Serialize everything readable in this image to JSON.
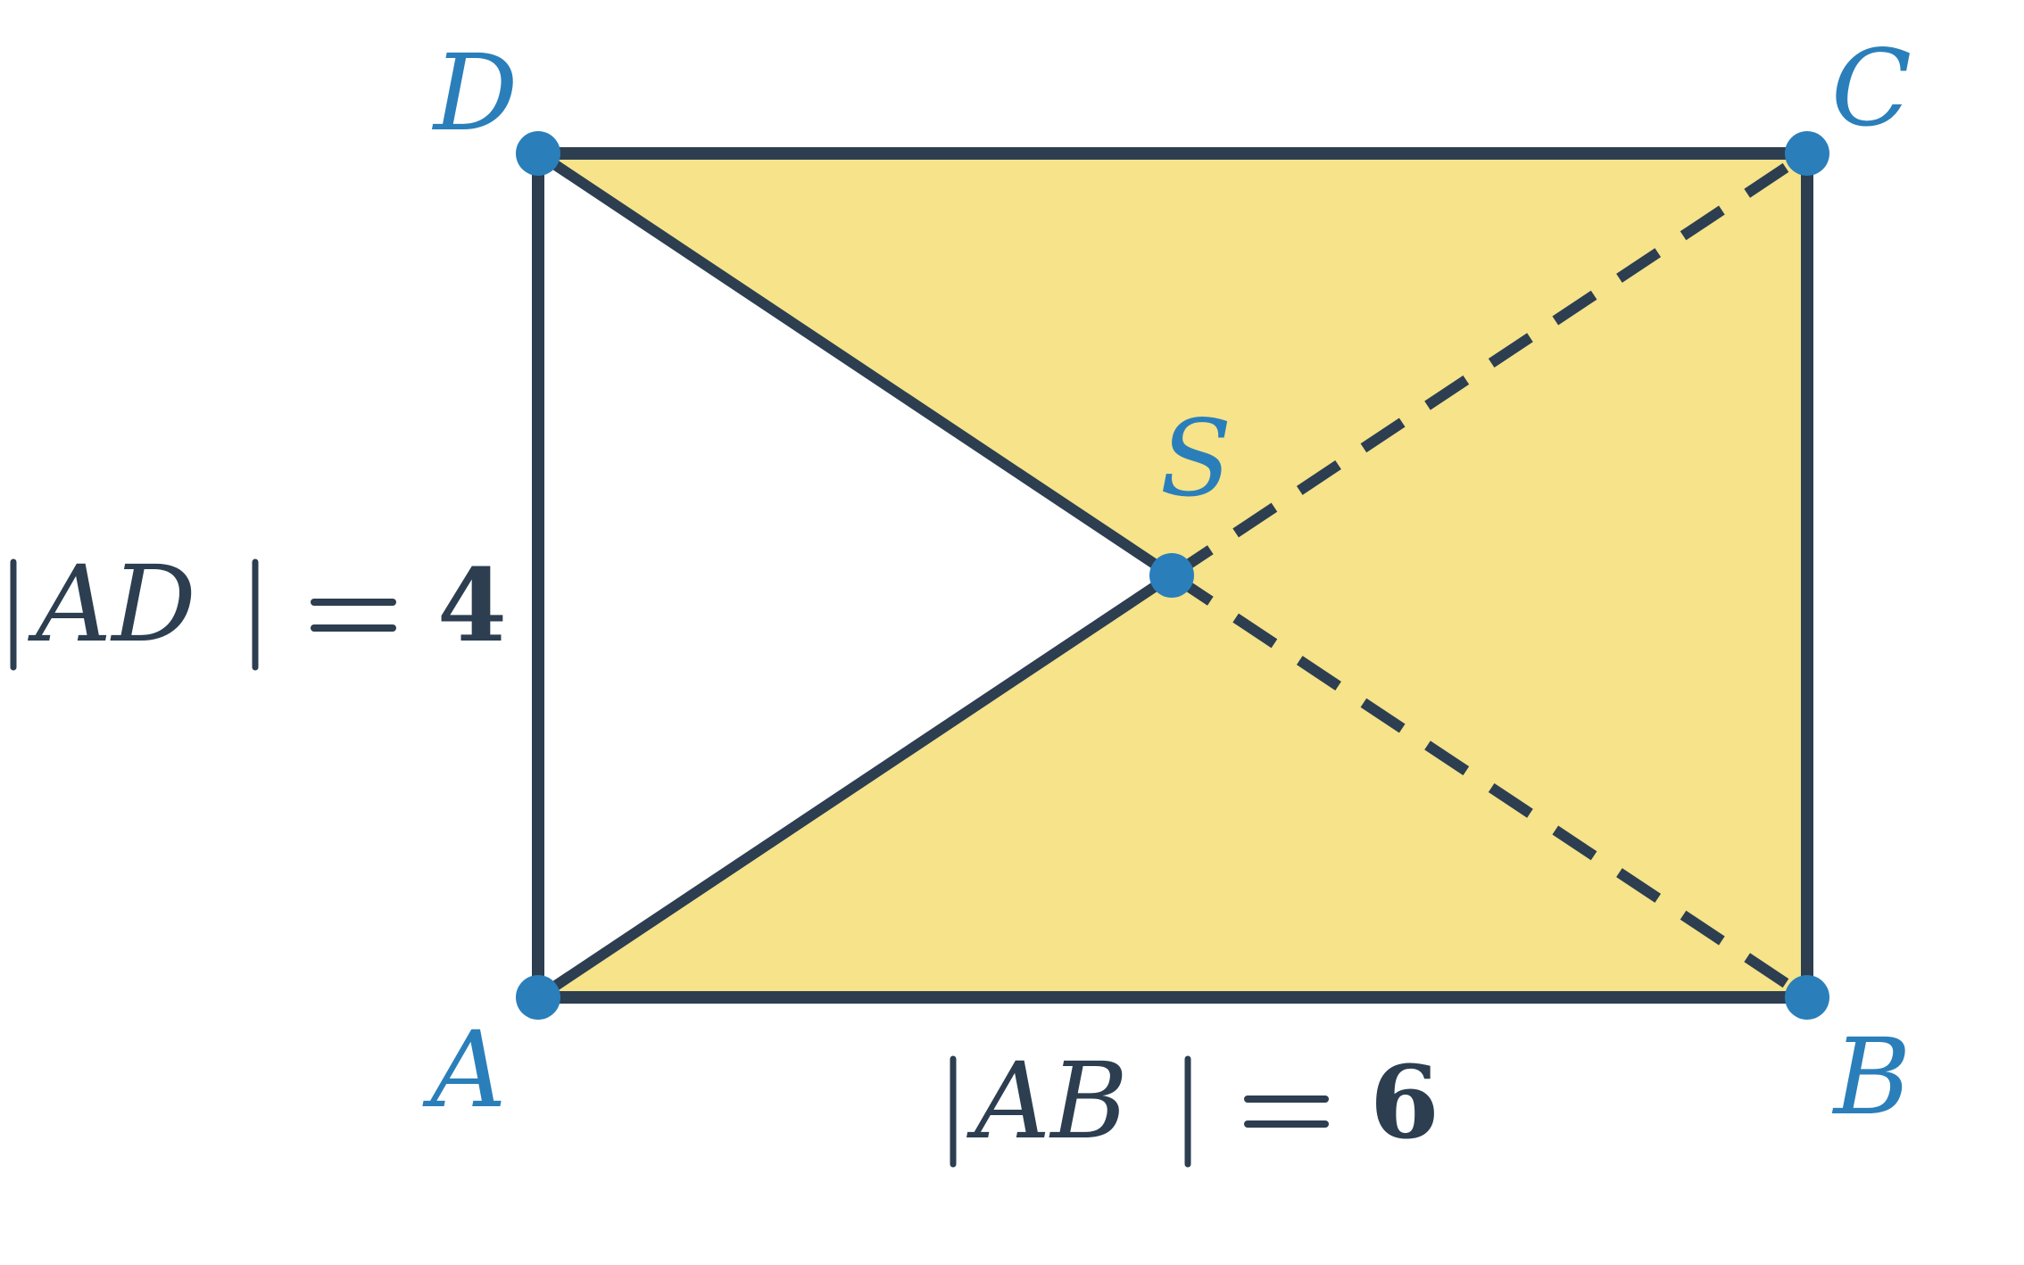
{
  "colors": {
    "fill": "#f6e38a",
    "stroke": "#2c3e50",
    "point": "#2a7fba",
    "vertex_label": "#2a7fba",
    "measure_label": "#2c3e50"
  },
  "vertices": {
    "A": "A",
    "B": "B",
    "C": "C",
    "D": "D",
    "S": "S"
  },
  "measures": {
    "ad": {
      "segment": "AD",
      "value": "4"
    },
    "ab": {
      "segment": "AB",
      "value": "6"
    }
  }
}
